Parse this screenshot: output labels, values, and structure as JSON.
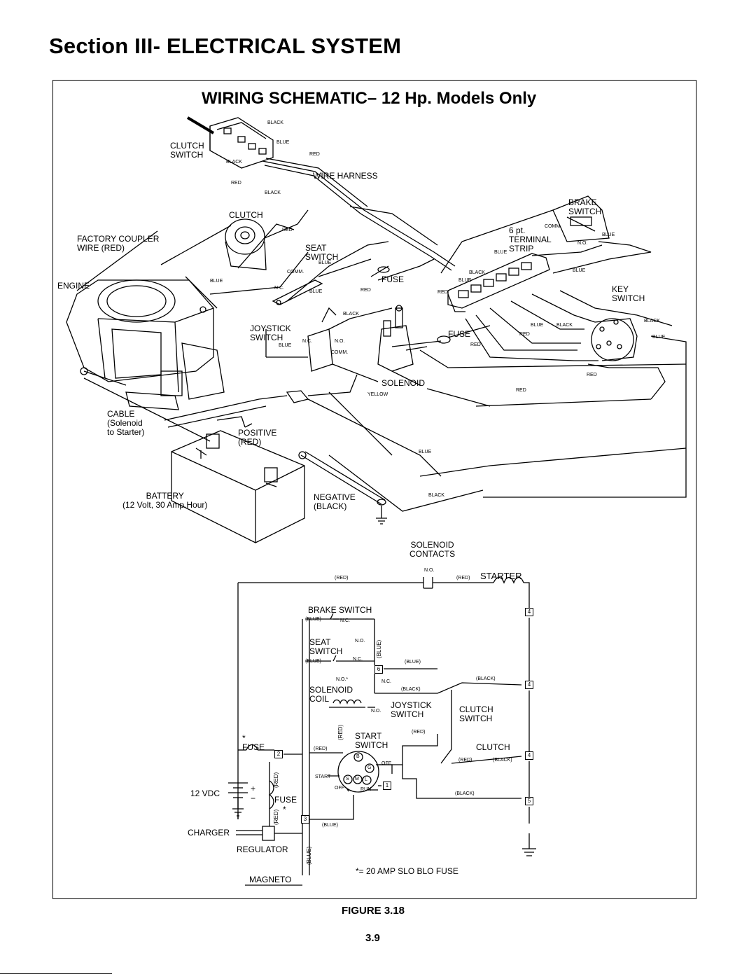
{
  "section_title": "Section III- ELECTRICAL SYSTEM",
  "figure_title": "WIRING SCHEMATIC– 12 Hp. Models Only",
  "pictorial": {
    "clutch_switch": "CLUTCH\nSWITCH",
    "black_top": "BLACK",
    "blue_top": "BLUE",
    "red_top": "RED",
    "black_left": "BLACK",
    "red_left": "RED",
    "wire_harness": "WIRE HARNESS",
    "black_harness": "BLACK",
    "clutch": "CLUTCH",
    "red_clutch": "RED",
    "factory_coupler": "FACTORY COUPLER\nWIRE (RED)",
    "engine": "ENGINE",
    "blue_engine": "BLUE",
    "seat_switch": "SEAT\nSWITCH",
    "blue_seat": "BLUE",
    "comm_seat": "COMM.",
    "nc_seat": "N.C.",
    "blue_seat2": "BLUE",
    "fuse_top": "FUSE",
    "red_fuse_top": "RED",
    "brake_switch": "BRAKE\nSWITCH",
    "comm_brake": "COMM.",
    "no_brake": "N.O.",
    "blue_brake": "BLUE",
    "terminal_strip": "6 pt.\nTERMINAL\nSTRIP",
    "blue_ts": "BLUE",
    "blue_ts2": "BLUE",
    "black_ts": "BLACK",
    "blue_ts3": "BLUE",
    "red_ts": "RED",
    "key_switch": "KEY\nSWITCH",
    "black_key": "BLACK",
    "blue_key": "BLUE",
    "black_mid": "BLACK",
    "joystick_switch": "JOYSTICK\nSWITCH",
    "blue_joy": "BLUE",
    "nc_joy": "N.C.",
    "no_joy": "N.O.",
    "comm_joy": "COMM.",
    "fuse_mid": "FUSE",
    "red_fuse_mid": "RED",
    "blue_mid": "BLUE",
    "black_mid2": "BLACK",
    "red_mid": "RED",
    "red_mid2": "RED",
    "solenoid": "SOLENOID",
    "yellow": "YELLOW",
    "red_low": "RED",
    "cable": "CABLE\n(Solenoid\nto Starter)",
    "positive": "POSITIVE\n(RED)",
    "blue_low": "BLUE",
    "battery": "BATTERY\n(12 Volt, 30 Amp.Hour)",
    "negative": "NEGATIVE\n(BLACK)",
    "black_low": "BLACK"
  },
  "schematic": {
    "solenoid_contacts": "SOLENOID\nCONTACTS",
    "no_top": "N.O.",
    "red_top_left": "(RED)",
    "red_starter": "(RED)",
    "starter": "STARTER",
    "brake_switch": "BRAKE SWITCH",
    "blue_brake": "(BLUE)",
    "nc_brake": "N.C.",
    "seat_switch": "SEAT\nSWITCH",
    "no_seat": "N.O.",
    "blue_seat": "(BLUE)",
    "nc_seat": "N.C.",
    "blue_6": "(BLUE)",
    "no_star": "N.O.*",
    "nc_sol": "N.C.",
    "solenoid_coil": "SOLENOID\nCOIL",
    "black_sol": "(BLACK)",
    "black_right": "(BLACK)",
    "no_joy": "N.O.",
    "joystick_switch": "JOYSTICK\nSWITCH",
    "clutch_switch": "CLUTCH\nSWITCH",
    "star": "*",
    "fuse_left": "FUSE",
    "red_left": "(RED)",
    "start_switch": "START\nSWITCH",
    "red_start": "(RED)",
    "clutch": "CLUTCH",
    "red_clutch": "(RED)",
    "black_clutch": "(BLACK)",
    "off_top": "OFF",
    "start_lbl": "START",
    "off_lbl": "OFF",
    "run_lbl": "RUN",
    "black_low": "(BLACK)",
    "vdc": "12 VDC",
    "plus": "+",
    "minus": "−",
    "fuse_low": "FUSE",
    "fuse_low_star": "*",
    "charger": "CHARGER",
    "regulator": "REGULATOR",
    "magneto": "MAGNETO",
    "blue_bottom": "(BLUE)",
    "footnote": "*= 20 AMP SLO BLO FUSE",
    "red_v1": "(RED)",
    "red_v2": "(RED)",
    "red_v3": "(RED)",
    "blue_v1": "(BLUE)",
    "blue_v2": "(BLUE)",
    "terminals": [
      "4",
      "6",
      "2",
      "1",
      "3",
      "4",
      "4",
      "5"
    ],
    "switch_letters": [
      "B",
      "G",
      "S",
      "M",
      "L"
    ]
  },
  "figure_caption": "FIGURE 3.18",
  "page_number": "3.9"
}
